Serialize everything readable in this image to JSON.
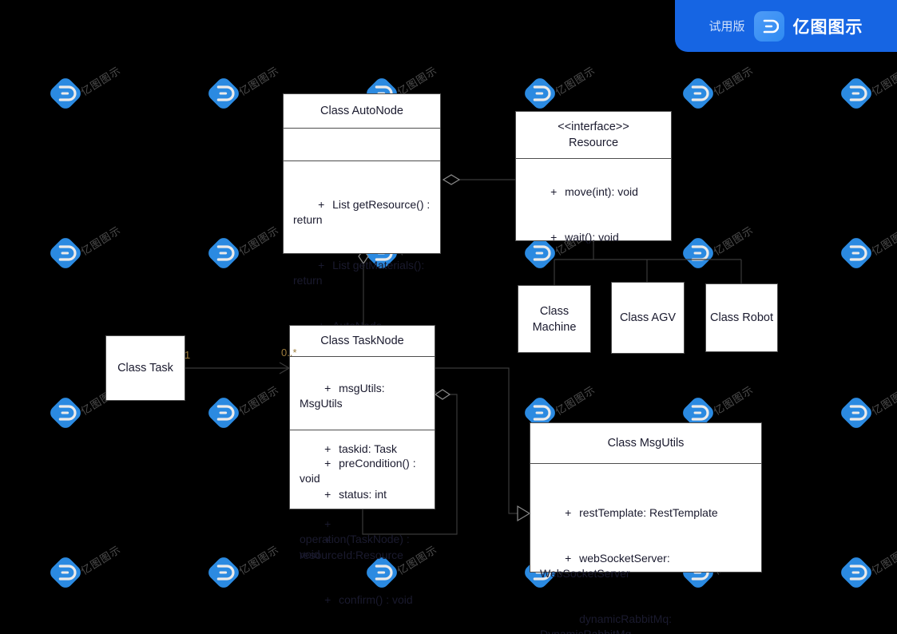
{
  "banner": {
    "trial_label": "试用版",
    "brand_name": "亿图图示",
    "logo_icon": "edraw-logo-icon",
    "background_color": "#1665e3"
  },
  "watermark": {
    "text": "亿图图示",
    "icon": "edraw-logo-icon",
    "color": "#2f96f5"
  },
  "canvas": {
    "background_color": "#000000",
    "box_fill": "#ffffff",
    "box_stroke": "#4d4d4d"
  },
  "diagram": {
    "type": "uml-class-diagram",
    "classes": [
      {
        "id": "auto-node",
        "title": "Class AutoNode",
        "stereotype": "",
        "attributes": [],
        "methods": [
          {
            "visibility": "+",
            "text": "List getResource() : return"
          },
          {
            "visibility": "+",
            "text": "List getMaterials(): return"
          },
          {
            "visibility": "+",
            "text": "AutoNode getNext():return"
          }
        ]
      },
      {
        "id": "resource",
        "title": "Resource",
        "stereotype": "<<interface>>",
        "attributes": [],
        "methods": [
          {
            "visibility": "+",
            "text": "move(int): void"
          },
          {
            "visibility": "+",
            "text": "wait(): void"
          }
        ]
      },
      {
        "id": "machine",
        "title": "Class Machine",
        "stereotype": "",
        "attributes": [],
        "methods": []
      },
      {
        "id": "agv",
        "title": "Class AGV",
        "stereotype": "",
        "attributes": [],
        "methods": []
      },
      {
        "id": "robot",
        "title": "Class Robot",
        "stereotype": "",
        "attributes": [],
        "methods": []
      },
      {
        "id": "task",
        "title": "Class Task",
        "stereotype": "",
        "attributes": [],
        "methods": []
      },
      {
        "id": "task-node",
        "title": "Class TaskNode",
        "stereotype": "",
        "attributes": [
          {
            "visibility": "+",
            "text": "msgUtils: MsgUtils"
          },
          {
            "visibility": "+",
            "text": "taskid: Task"
          },
          {
            "visibility": "+",
            "text": "status: int"
          },
          {
            "visibility": "+",
            "text": "resourceId:Resource"
          }
        ],
        "methods": [
          {
            "visibility": "+",
            "text": "preCondition() : void"
          },
          {
            "visibility": "+",
            "text": "operation(TaskNode) :\nvoid"
          },
          {
            "visibility": "+",
            "text": "confirm() : void"
          }
        ]
      },
      {
        "id": "msg-utils",
        "title": "Class MsgUtils",
        "stereotype": "",
        "attributes": [
          {
            "visibility": "+",
            "text": "restTemplate: RestTemplate"
          },
          {
            "visibility": "+",
            "text": "webSocketServer: WebSocketServer"
          },
          {
            "visibility": "",
            "text": "dynamicRabbitMq: DynamicRabbitMq"
          }
        ],
        "methods": []
      }
    ],
    "multiplicities": [
      {
        "id": "task-end",
        "label": "1"
      },
      {
        "id": "task-node-end",
        "label": "0..*"
      }
    ],
    "relationships": [
      {
        "id": "autonode-resource",
        "type": "aggregation",
        "from": "auto-node",
        "to": "resource"
      },
      {
        "id": "resource-machine",
        "type": "aggregation-tree",
        "from": "resource",
        "to": "machine"
      },
      {
        "id": "resource-agv",
        "type": "aggregation-tree",
        "from": "resource",
        "to": "agv"
      },
      {
        "id": "resource-robot",
        "type": "aggregation-tree",
        "from": "resource",
        "to": "robot"
      },
      {
        "id": "autonode-tasknode",
        "type": "aggregation",
        "from": "auto-node",
        "to": "task-node"
      },
      {
        "id": "task-tasknode",
        "type": "association",
        "from": "task",
        "to": "task-node"
      },
      {
        "id": "tasknode-self",
        "type": "aggregation",
        "from": "task-node",
        "to": "task-node"
      },
      {
        "id": "tasknode-msgutils",
        "type": "dependency",
        "from": "task-node",
        "to": "msg-utils"
      }
    ]
  }
}
